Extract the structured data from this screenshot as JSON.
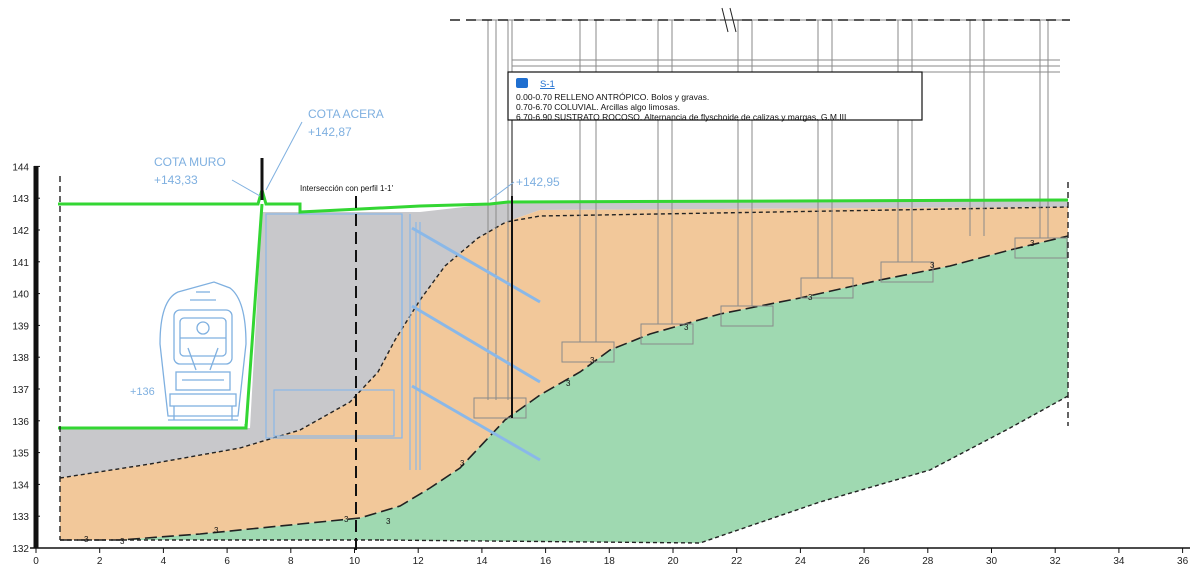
{
  "axes": {
    "x_ticks": [
      "0",
      "2",
      "4",
      "6",
      "8",
      "10",
      "12",
      "14",
      "16",
      "18",
      "20",
      "22",
      "24",
      "26",
      "28",
      "30",
      "32",
      "34",
      "36"
    ],
    "y_ticks": [
      "132",
      "133",
      "134",
      "135",
      "136",
      "137",
      "138",
      "139",
      "140",
      "141",
      "142",
      "143",
      "144"
    ]
  },
  "annotations": {
    "cota_muro_label": "COTA MURO",
    "cota_muro_value": "+143,33",
    "cota_acera_label": "COTA ACERA",
    "cota_acera_value": "+142,87",
    "cota_right_value": "+142,95",
    "cota_track_value": "+136",
    "interseccion": "Intersección con perfil 1-1'"
  },
  "borehole": {
    "id": "S-1",
    "layers": [
      "0.00-0.70 RELLENO ANTRÓPICO. Bolos y gravas.",
      "0.70-6.70 COLUVIAL. Arcillas algo limosas.",
      "6.70-6.90 SUSTRATO ROCOSO. Alternancia de flyschoide de calizas y margas. G.M.III"
    ]
  },
  "layer_markers": [
    "3",
    "3",
    "3",
    "3",
    "3",
    "3",
    "3",
    "3",
    "3",
    "3",
    "3",
    "3"
  ],
  "colors": {
    "fill_gray": "#c8c8cb",
    "fill_orange": "#f2c89a",
    "fill_green": "#9fd9b1",
    "ground_line": "#33d633",
    "blue_lines": "#8ab8e8",
    "dashed": "#222222"
  }
}
